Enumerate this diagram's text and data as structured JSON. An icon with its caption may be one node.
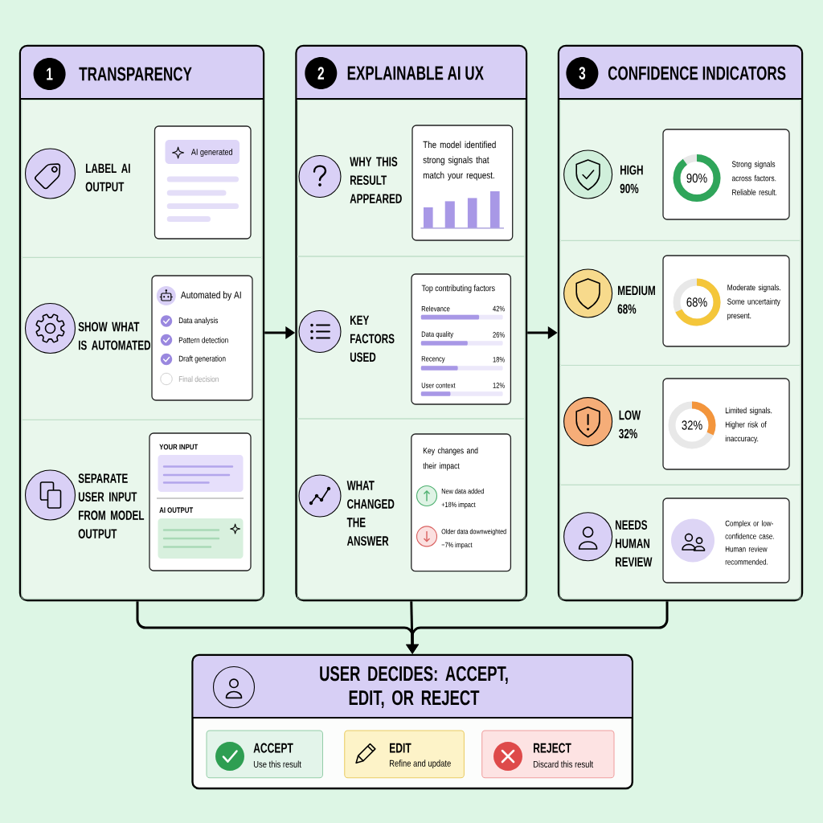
{
  "diagram": {
    "nodes": [
      {
        "text": [
          "1",
          "TRANSPARENCY"
        ]
      },
      {
        "text": [
          "LABEL AI OUTPUT"
        ],
        "in": 0
      },
      {
        "text": [
          "AI generated"
        ],
        "in": 1
      },
      {
        "text": [
          "SHOW WHAT IS AUTOMATED"
        ],
        "in": 0
      },
      {
        "text": [
          "Automated by AI",
          "Data analysis",
          "Pattern detection",
          "Draft generation",
          "Final decision"
        ],
        "in": 3
      },
      {
        "text": [
          "SEPARATE USER INPUT FROM MODEL OUTPUT"
        ],
        "in": 0
      },
      {
        "text": [
          "YOUR INPUT",
          "AI OUTPUT"
        ],
        "in": 5
      },
      {
        "text": [
          "2",
          "EXPLAINABLE AI UX"
        ]
      },
      {
        "text": [
          "WHY THIS RESULT APPEARED"
        ],
        "in": 7
      },
      {
        "text": [
          "The model identified strong signals that match your request."
        ],
        "in": 8
      },
      {
        "text": [
          "KEY FACTORS USED"
        ],
        "in": 7
      },
      {
        "text": [
          "Top contributing factors",
          "Relevance",
          "42%",
          "Data quality",
          "26%",
          "Recency",
          "18%",
          "User context",
          "12%"
        ],
        "in": 10
      },
      {
        "text": [
          "WHAT CHANGED THE ANSWER"
        ],
        "in": 7
      },
      {
        "text": [
          "Key changes and their impact",
          "New data added",
          "+18% impact",
          "Older data downweighted",
          "−7% impact"
        ],
        "in": 12
      },
      {
        "text": [
          "3",
          "CONFIDENCE INDICATORS"
        ]
      },
      {
        "text": [
          "HIGH 90%"
        ],
        "in": 14
      },
      {
        "text": [
          "90%",
          "Strong signals across factors. Reliable result."
        ],
        "in": 15
      },
      {
        "text": [
          "MEDIUM 68%"
        ],
        "in": 14
      },
      {
        "text": [
          "68%",
          "Moderate signals. Some uncertainty present."
        ],
        "in": 17
      },
      {
        "text": [
          "LOW 32%"
        ],
        "in": 14
      },
      {
        "text": [
          "32%",
          "Limited signals. Higher risk of inaccuracy."
        ],
        "in": 19
      },
      {
        "text": [
          "NEEDS HUMAN REVIEW"
        ],
        "in": 14
      },
      {
        "text": [
          "Complex or low-confidence case. Human review recommended."
        ],
        "in": 21
      },
      {
        "text": [
          "USER DECIDES: ACCEPT, EDIT, OR REJECT"
        ]
      },
      {
        "text": [
          "ACCEPT",
          "Use this result"
        ],
        "in": 23
      },
      {
        "text": [
          "EDIT",
          "Refine and update"
        ],
        "in": 23
      },
      {
        "text": [
          "REJECT",
          "Discard this result"
        ],
        "in": 23
      }
    ],
    "edges": [
      {
        "from": 0,
        "to": 7,
        "arrow": "to"
      },
      {
        "from": 7,
        "to": 14,
        "arrow": "to"
      },
      {
        "from": 0,
        "to": 23,
        "arrow": "to"
      },
      {
        "from": 7,
        "to": 23,
        "arrow": "to"
      },
      {
        "from": 14,
        "to": 23,
        "arrow": "to"
      }
    ]
  }
}
